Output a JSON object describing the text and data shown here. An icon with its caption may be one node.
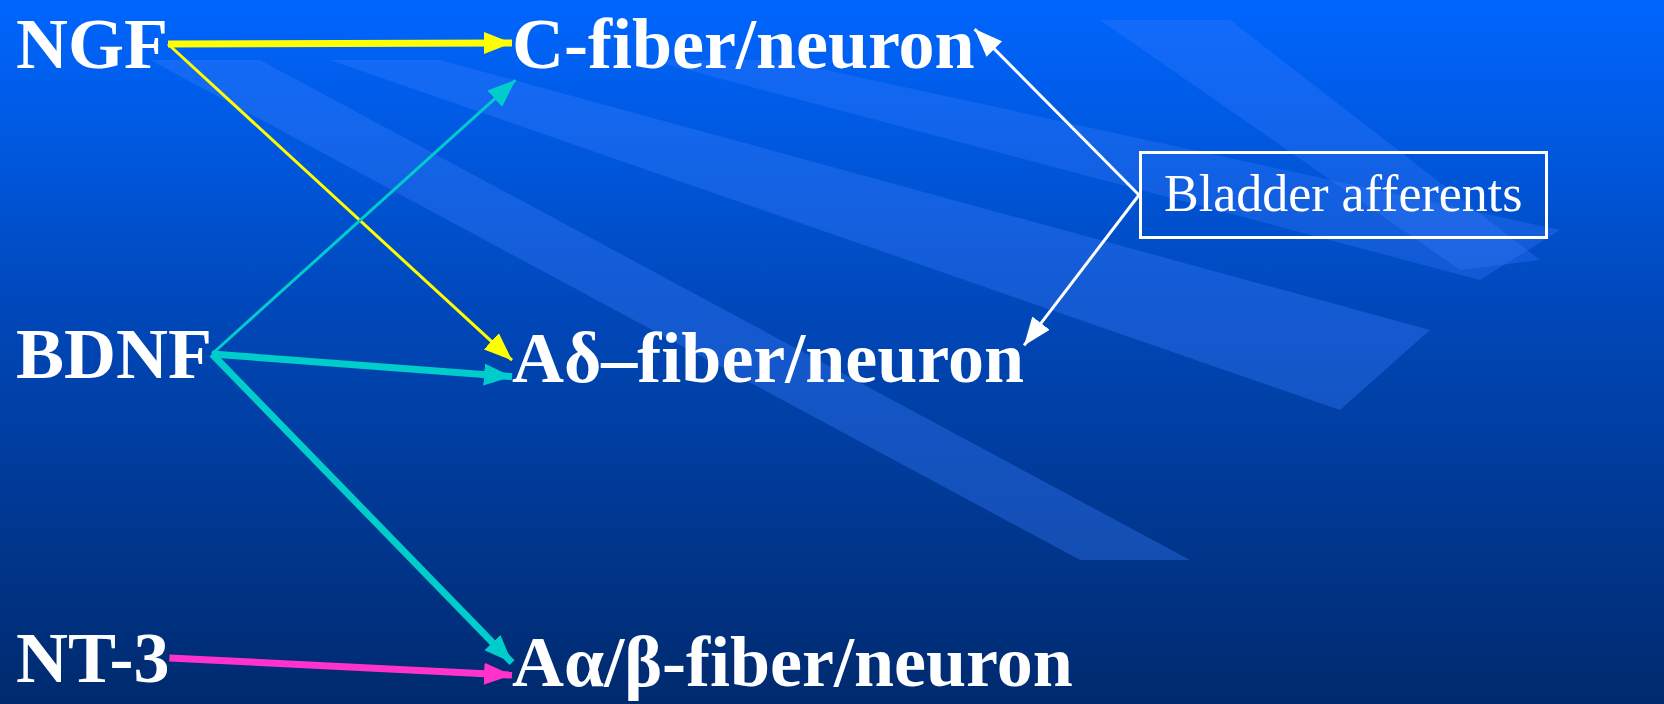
{
  "diagram": {
    "nodes": [
      {
        "text": [
          "NGF"
        ]
      },
      {
        "text": [
          "BDNF"
        ]
      },
      {
        "text": [
          "NT-3"
        ]
      },
      {
        "text": [
          "C-fiber/neuron"
        ]
      },
      {
        "text": [
          "Aδ–fiber/neuron"
        ]
      },
      {
        "text": [
          "Aα/β-fiber/neuron"
        ]
      },
      {
        "text": [
          "Bladder afferents"
        ]
      }
    ],
    "edges": [
      {
        "from": 0,
        "to": 3,
        "arrow": "to",
        "style": "thick",
        "color": "#ffff00"
      },
      {
        "from": 0,
        "to": 4,
        "arrow": "to",
        "color": "#ffff00"
      },
      {
        "from": 1,
        "to": 3,
        "arrow": "to"
      },
      {
        "from": 1,
        "to": 4,
        "arrow": "to",
        "style": "thick"
      },
      {
        "from": 1,
        "to": 5,
        "arrow": "to",
        "style": "thick"
      },
      {
        "from": 2,
        "to": 5,
        "arrow": "to",
        "style": "thick",
        "color": "#ff33cc"
      },
      {
        "from": 6,
        "to": 3,
        "arrow": "to",
        "color": "#ffffff"
      },
      {
        "from": 6,
        "to": 4,
        "arrow": "to",
        "color": "#ffffff"
      }
    ]
  }
}
